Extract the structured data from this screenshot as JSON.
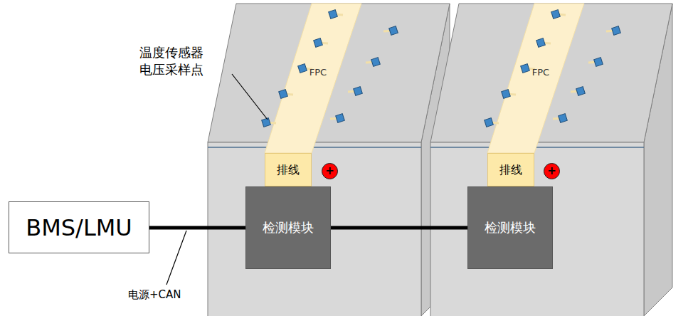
{
  "diagram": {
    "nodes": [
      {
        "text": [
          "FPC"
        ]
      },
      {
        "text": [
          "排线"
        ]
      },
      {
        "text": [
          "+"
        ]
      },
      {
        "text": [
          "BMS/LMU"
        ]
      },
      {
        "text": [
          "检测模块"
        ]
      },
      {
        "text": [
          "FPC"
        ]
      },
      {
        "text": [
          "排线"
        ]
      },
      {
        "text": [
          "+"
        ]
      },
      {
        "text": [
          "检测模块"
        ]
      }
    ],
    "edges": [
      {
        "from": 3,
        "to": 4,
        "arrow": "none"
      },
      {
        "from": 4,
        "to": 8,
        "arrow": "none"
      }
    ],
    "labels": [
      "温度传感器 电压采样点",
      "电源+CAN"
    ]
  }
}
